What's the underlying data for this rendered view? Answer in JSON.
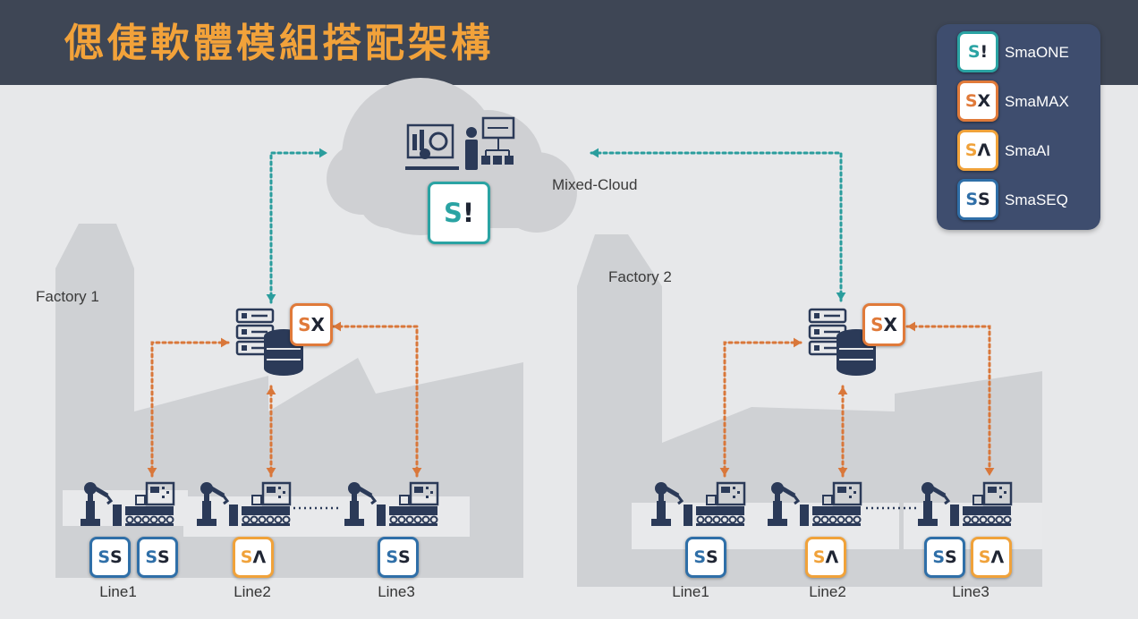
{
  "title": "偲倢軟體模組搭配架構",
  "legend": [
    {
      "label": "SmaONE",
      "badge": "S!",
      "color": "#2aa3a3",
      "icon": "smaone-icon"
    },
    {
      "label": "SmaMAX",
      "badge": "SX",
      "color": "#e07a3a",
      "icon": "smamax-icon"
    },
    {
      "label": "SmaAI",
      "badge": "SA",
      "color": "#f0a23a",
      "icon": "smaai-icon"
    },
    {
      "label": "SmaSEQ",
      "badge": "SS",
      "color": "#2f6fa8",
      "icon": "smaseq-icon"
    }
  ],
  "cloud": {
    "label": "Mixed-Cloud",
    "badge": "S!"
  },
  "factories": [
    {
      "label": "Factory 1",
      "server_badge": "SX",
      "lines": [
        {
          "label": "Line1",
          "badges": [
            "SS",
            "SS"
          ]
        },
        {
          "label": "Line2",
          "badges": [
            "SA"
          ]
        },
        {
          "label": "Line3",
          "badges": [
            "SS"
          ]
        }
      ]
    },
    {
      "label": "Factory 2",
      "server_badge": "SX",
      "lines": [
        {
          "label": "Line1",
          "badges": [
            "SS"
          ]
        },
        {
          "label": "Line2",
          "badges": [
            "SA"
          ]
        },
        {
          "label": "Line3",
          "badges": [
            "SS",
            "SA"
          ]
        }
      ]
    }
  ],
  "colors": {
    "cloud_link": "#2a9d9d",
    "factory_link": "#d9773a",
    "header": "#3e4655",
    "title": "#f2a23a",
    "navy": "#2b3a58"
  }
}
